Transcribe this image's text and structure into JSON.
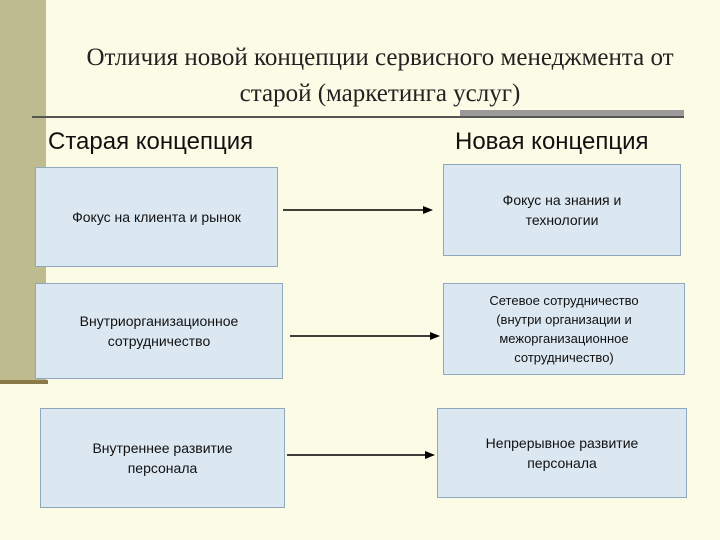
{
  "title": "Отличия новой концепции  сервисного менеджмента от старой (маркетинга услуг)",
  "columns": {
    "old": "Старая концепция",
    "new": "Новая концепция"
  },
  "rows": [
    {
      "old": "Фокус на клиента и рынок",
      "new": "Фокус на знания и технологии"
    },
    {
      "old": "Внутриорганизационное сотрудничество",
      "new": "Сетевое сотрудничество (внутри организации и межорганизационное сотрудничество)"
    },
    {
      "old": "Внутреннее развитие персонала",
      "new": "Непрерывное развитие персонала"
    }
  ],
  "colors": {
    "box_fill": "#dbe8f2",
    "background": "#fbfbe6",
    "accent": "#bebb8f"
  }
}
